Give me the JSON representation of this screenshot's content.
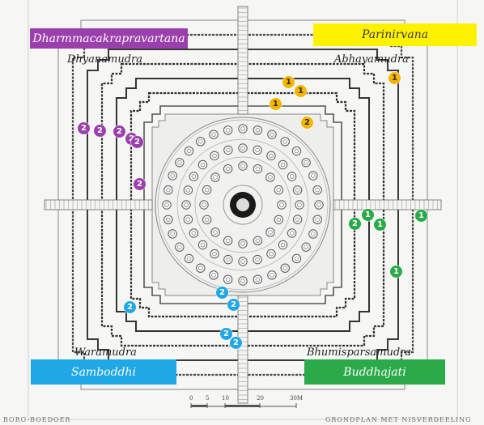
{
  "colors": {
    "purple": "#9b3fad",
    "yellow": "#fff200",
    "blue": "#1fa7e6",
    "green": "#2aaa48",
    "gold": "#f2b600"
  },
  "quadrants": {
    "top_left": {
      "box_label": "Dharmmacakrapravartana",
      "mudra": "Dhyanamudra",
      "color": "#9b3fad",
      "text_color": "#ffffff"
    },
    "top_right": {
      "box_label": "Parinirvana",
      "mudra": "Abhayamudra",
      "color": "#fff200",
      "text_color": "#3a3a3a"
    },
    "bottom_left": {
      "box_label": "Samboddhi",
      "mudra": "Waramudra",
      "color": "#1fa7e6",
      "text_color": "#ffffff"
    },
    "bottom_right": {
      "box_label": "Buddhajati",
      "mudra": "Bhumisparsamudra",
      "color": "#2aaa48",
      "text_color": "#ffffff"
    }
  },
  "markers": {
    "purple": [
      "2",
      "2",
      "2",
      "2",
      "2",
      "2"
    ],
    "gold": [
      "1",
      "1",
      "1",
      "1",
      "2"
    ],
    "green": [
      "2",
      "1",
      "1",
      "1",
      "1"
    ],
    "blue": [
      "2",
      "2",
      "2",
      "2",
      "2"
    ]
  },
  "scale": {
    "ticks": [
      "0",
      "5",
      "10",
      "20",
      "30M"
    ]
  },
  "footer": {
    "left": "BORO-BOEDOER",
    "right": "GRONDPLAN MET NISVERDEELING"
  }
}
